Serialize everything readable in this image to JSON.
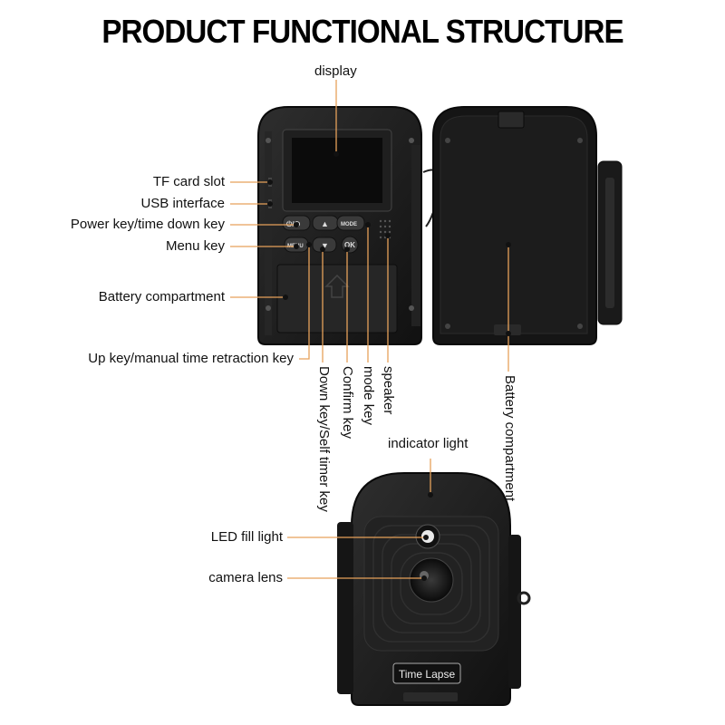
{
  "title": "PRODUCT FUNCTIONAL STRUCTURE",
  "labels": {
    "display": "display",
    "tf_card_slot": "TF card slot",
    "usb_interface": "USB interface",
    "power_key": "Power key/time down key",
    "menu_key": "Menu key",
    "battery_compartment_left": "Battery compartment",
    "up_key": "Up key/manual time retraction key",
    "down_key": "Down key/Self timer key",
    "confirm_key": "Confirm key",
    "mode_key": "mode key",
    "speaker": "speaker",
    "battery_compartment_right": "Battery compartment",
    "indicator_light": "indicator light",
    "led_fill_light": "LED fill light",
    "camera_lens": "camera lens"
  },
  "device": {
    "button_mode": "MODE",
    "button_menu": "MENU",
    "button_ok": "OK",
    "badge": "Time Lapse"
  },
  "colors": {
    "body": "#1b1b1b",
    "leader_line": "#e6a15a",
    "dot": "#111111"
  }
}
